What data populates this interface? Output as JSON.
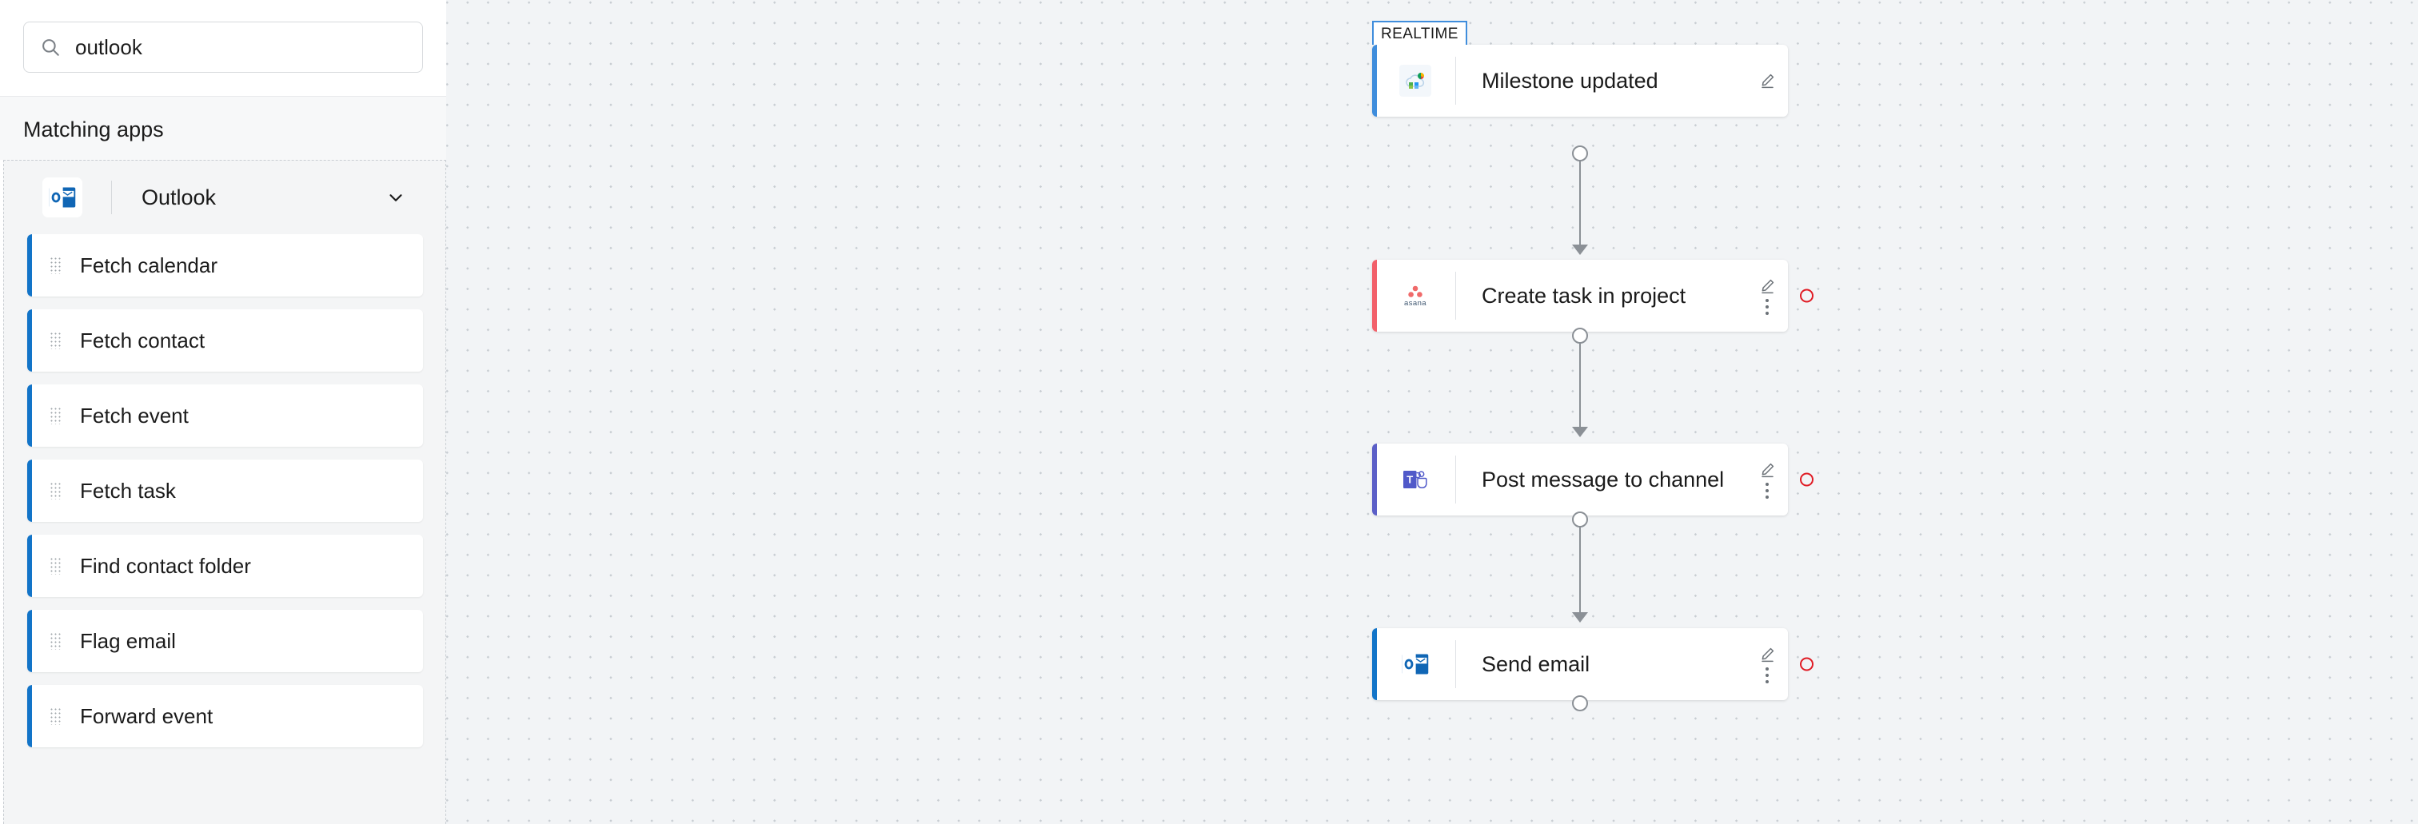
{
  "search": {
    "value": "outlook",
    "placeholder": "Search apps",
    "icon": "search-icon"
  },
  "sidebar": {
    "section_title": "Matching apps",
    "app": {
      "name": "Outlook",
      "logo": "outlook-logo-icon",
      "chevron": "chevron-down-icon",
      "expanded": true
    },
    "actions": [
      {
        "label": "Fetch calendar",
        "accent": "#1274c8",
        "handle": "drag-handle-icon"
      },
      {
        "label": "Fetch contact",
        "accent": "#1274c8",
        "handle": "drag-handle-icon"
      },
      {
        "label": "Fetch event",
        "accent": "#1274c8",
        "handle": "drag-handle-icon"
      },
      {
        "label": "Fetch task",
        "accent": "#1274c8",
        "handle": "drag-handle-icon"
      },
      {
        "label": "Find contact folder",
        "accent": "#1274c8",
        "handle": "drag-handle-icon"
      },
      {
        "label": "Flag email",
        "accent": "#1274c8",
        "handle": "drag-handle-icon"
      },
      {
        "label": "Forward event",
        "accent": "#1274c8",
        "handle": "drag-handle-icon"
      }
    ]
  },
  "canvas": {
    "badge": "REALTIME",
    "nodes": [
      {
        "title": "Milestone updated",
        "icon": "smartsheet-cloud-icon",
        "accent": "#3f8ddc",
        "is_trigger": true,
        "has_edit": true,
        "has_menu": false,
        "status": null
      },
      {
        "title": "Create task in project",
        "icon": "asana-icon",
        "accent": "#f2606a",
        "is_trigger": false,
        "has_edit": true,
        "has_menu": true,
        "status": "#e01b24"
      },
      {
        "title": "Post message to channel",
        "icon": "microsoft-teams-icon",
        "accent": "#5b5fc7",
        "is_trigger": false,
        "has_edit": true,
        "has_menu": true,
        "status": "#e01b24"
      },
      {
        "title": "Send email",
        "icon": "outlook-icon",
        "accent": "#1274c8",
        "is_trigger": false,
        "has_edit": true,
        "has_menu": true,
        "status": "#e01b24"
      }
    ],
    "edit_icon": "pencil-edit-icon",
    "menu_icon": "kebab-menu-icon",
    "connector_icon": "connector-dot-icon",
    "arrow_icon": "arrow-down-icon"
  },
  "colors": {
    "accent_blue": "#1274c8",
    "trigger_blue": "#3f8ddc",
    "asana_red": "#f2606a",
    "teams_purple": "#5b5fc7",
    "status_red": "#e01b24",
    "canvas_bg": "#f2f4f6"
  }
}
